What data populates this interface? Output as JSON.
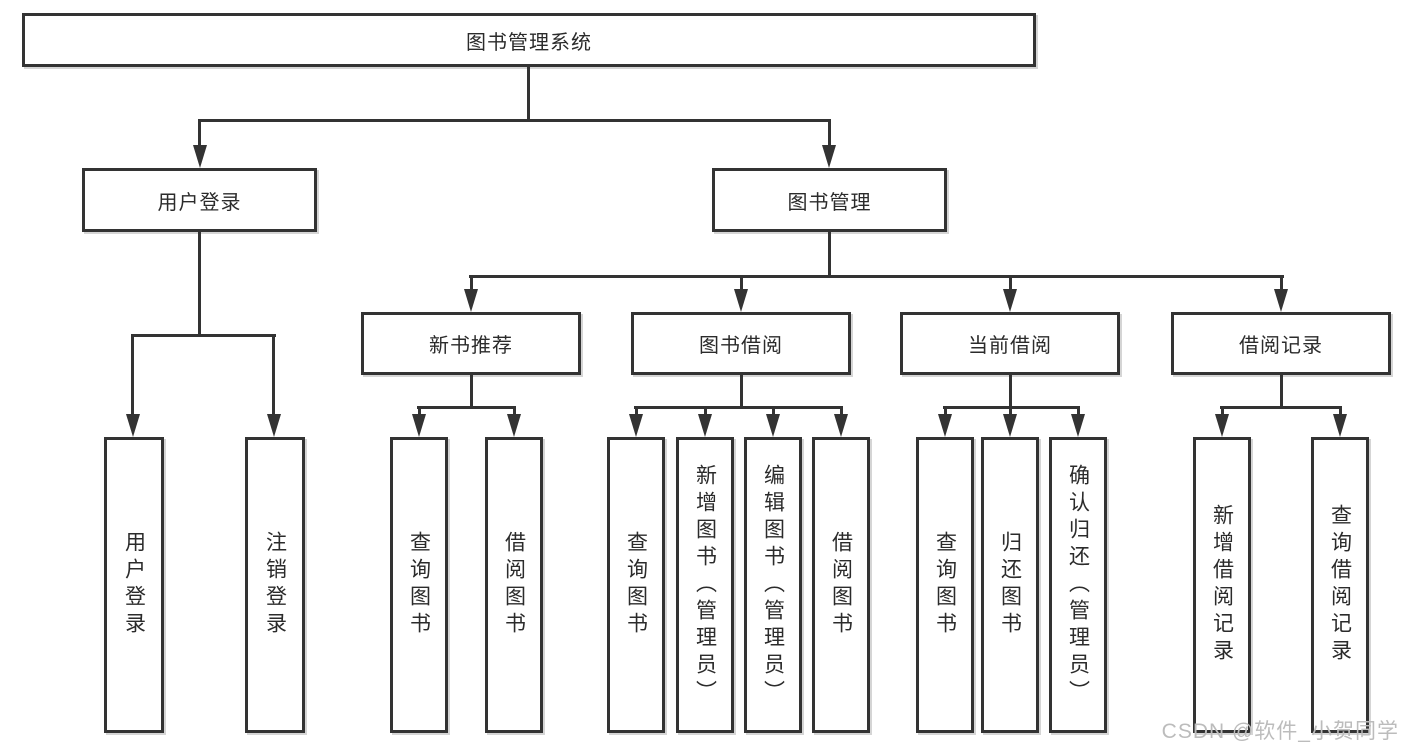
{
  "tree": {
    "root": {
      "label": "图书管理系统",
      "children": [
        {
          "label": "用户登录",
          "children": [
            {
              "label": "用户登录"
            },
            {
              "label": "注销登录"
            }
          ]
        },
        {
          "label": "图书管理",
          "children": [
            {
              "label": "新书推荐",
              "children": [
                {
                  "label": "查询图书"
                },
                {
                  "label": "借阅图书"
                }
              ]
            },
            {
              "label": "图书借阅",
              "children": [
                {
                  "label": "查询图书"
                },
                {
                  "label": "新增图书（管理员）"
                },
                {
                  "label": "编辑图书（管理员）"
                },
                {
                  "label": "借阅图书"
                }
              ]
            },
            {
              "label": "当前借阅",
              "children": [
                {
                  "label": "查询图书"
                },
                {
                  "label": "归还图书"
                },
                {
                  "label": "确认归还（管理员）"
                }
              ]
            },
            {
              "label": "借阅记录",
              "children": [
                {
                  "label": "新增借阅记录"
                },
                {
                  "label": "查询借阅记录"
                }
              ]
            }
          ]
        }
      ]
    }
  },
  "watermark": "CSDN @软件_小贺同学",
  "colors": {
    "line": "#333333",
    "text": "#2b2b2b",
    "background": "#ffffff",
    "watermark": "#bcbcbc"
  }
}
